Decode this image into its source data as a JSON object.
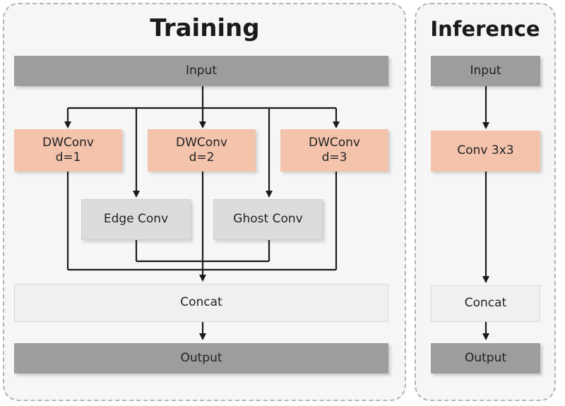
{
  "training": {
    "title": "Training",
    "input": "Input",
    "branches": [
      {
        "line1": "DWConv",
        "line2": "d=1"
      },
      {
        "line1": "DWConv",
        "line2": "d=2"
      },
      {
        "line1": "DWConv",
        "line2": "d=3"
      }
    ],
    "edge_conv": "Edge Conv",
    "ghost_conv": "Ghost Conv",
    "concat": "Concat",
    "output": "Output"
  },
  "inference": {
    "title": "Inference",
    "input": "Input",
    "conv": "Conv 3x3",
    "concat": "Concat",
    "output": "Output"
  }
}
